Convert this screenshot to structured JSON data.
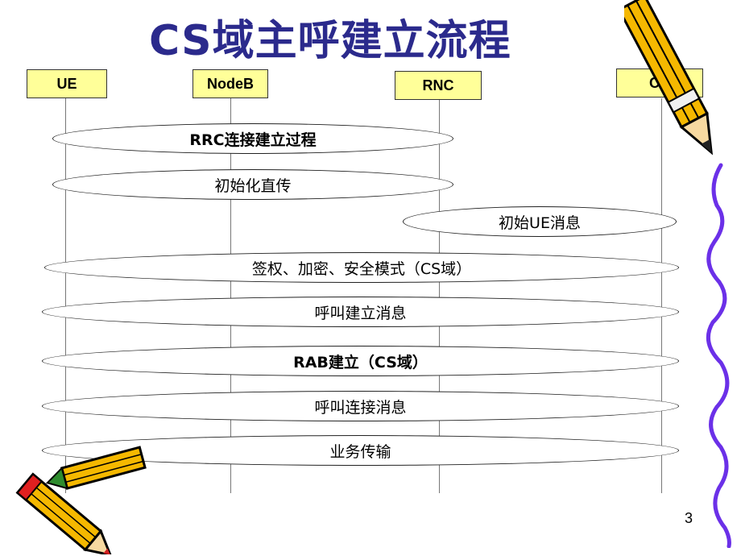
{
  "title": "CS域主呼建立流程",
  "entities": {
    "ue": "UE",
    "nodeb": "NodeB",
    "rnc": "RNC",
    "cn": "CN"
  },
  "messages": [
    "RRC连接建立过程",
    "初始化直传",
    "初始UE消息",
    "签权、加密、安全模式（CS域）",
    "呼叫建立消息",
    "RAB建立（CS域）",
    "呼叫连接消息",
    "业务传输"
  ],
  "page_number": "3",
  "colors": {
    "title": "#2b2a8c",
    "entity_fill": "#ffff99",
    "pencil_body": "#f5b800",
    "pencil_tip": "#d02020",
    "squiggle": "#6b30e8"
  },
  "decorations": [
    "pencil-icon",
    "pencils-icon",
    "squiggle-line"
  ]
}
